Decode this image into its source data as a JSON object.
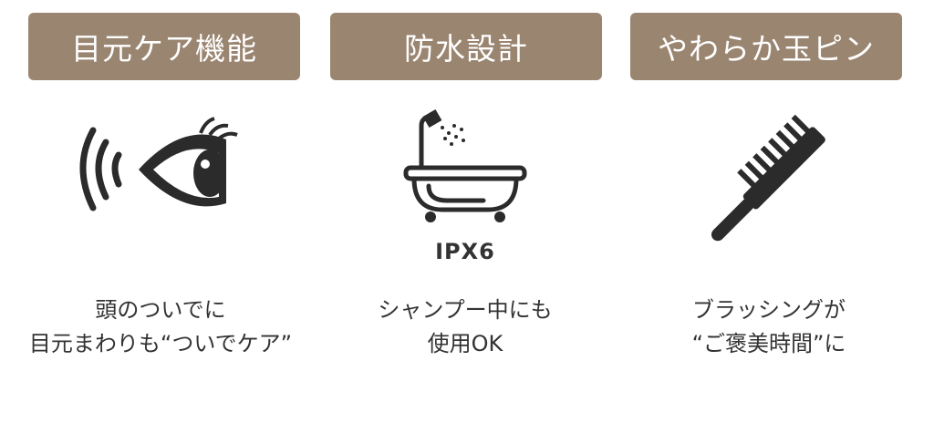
{
  "features": [
    {
      "title": "目元ケア機能",
      "icon": "eye-waves-icon",
      "desc_line1": "頭のついでに",
      "desc_line2": "目元まわりも“ついでケア”"
    },
    {
      "title": "防水設計",
      "icon": "bathtub-shower-icon",
      "badge": "IPX6",
      "desc_line1": "シャンプー中にも",
      "desc_line2": "使用OK"
    },
    {
      "title": "やわらか玉ピン",
      "icon": "comb-icon",
      "desc_line1": "ブラッシングが",
      "desc_line2": "“ご褒美時間”に"
    }
  ],
  "colors": {
    "badge": "#9a8570",
    "icon": "#2b2b2b"
  }
}
